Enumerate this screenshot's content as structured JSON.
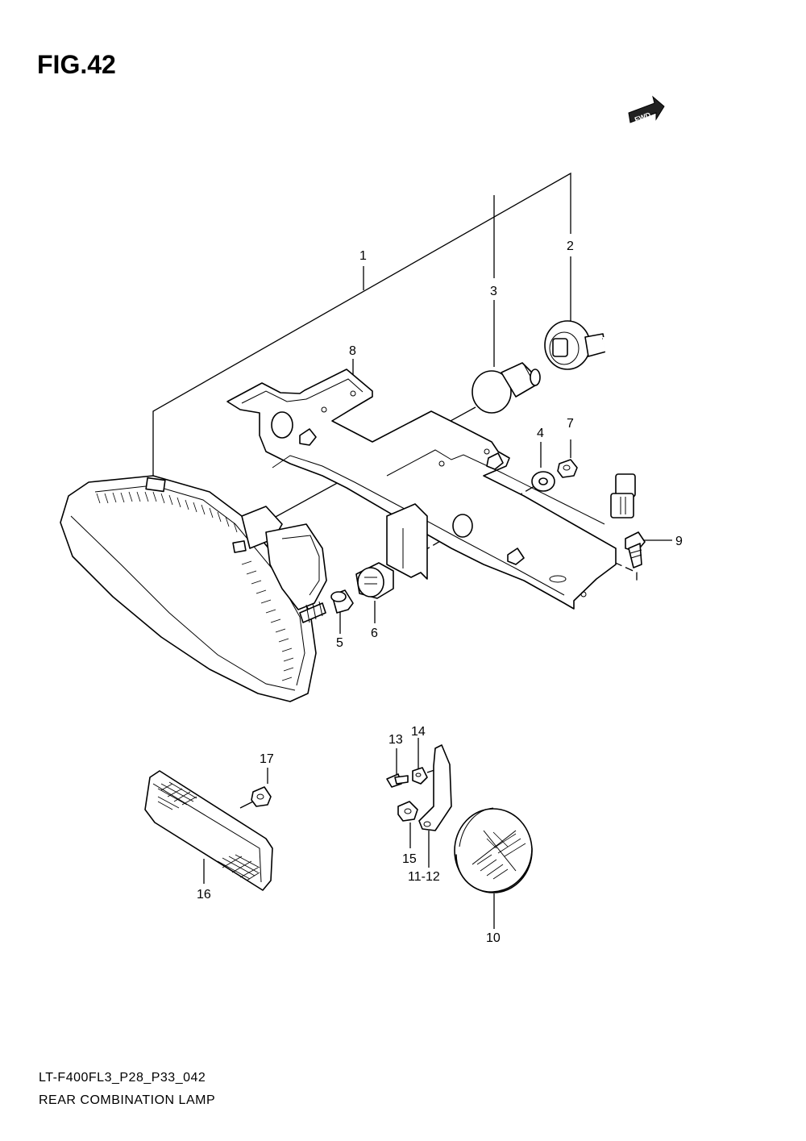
{
  "figure": {
    "title": "FIG.42",
    "direction_badge": "FWD",
    "code": "LT-F400FL3_P28_P33_042",
    "caption": "REAR COMBINATION LAMP"
  },
  "callouts": {
    "c1": "1",
    "c2": "2",
    "c3": "3",
    "c4": "4",
    "c5": "5",
    "c6": "6",
    "c7": "7",
    "c8": "8",
    "c9": "9",
    "c10": "10",
    "c11_12": "11-12",
    "c13": "13",
    "c14": "14",
    "c15": "15",
    "c16": "16",
    "c17": "17"
  },
  "icons": [
    "fwd-arrow-icon"
  ]
}
